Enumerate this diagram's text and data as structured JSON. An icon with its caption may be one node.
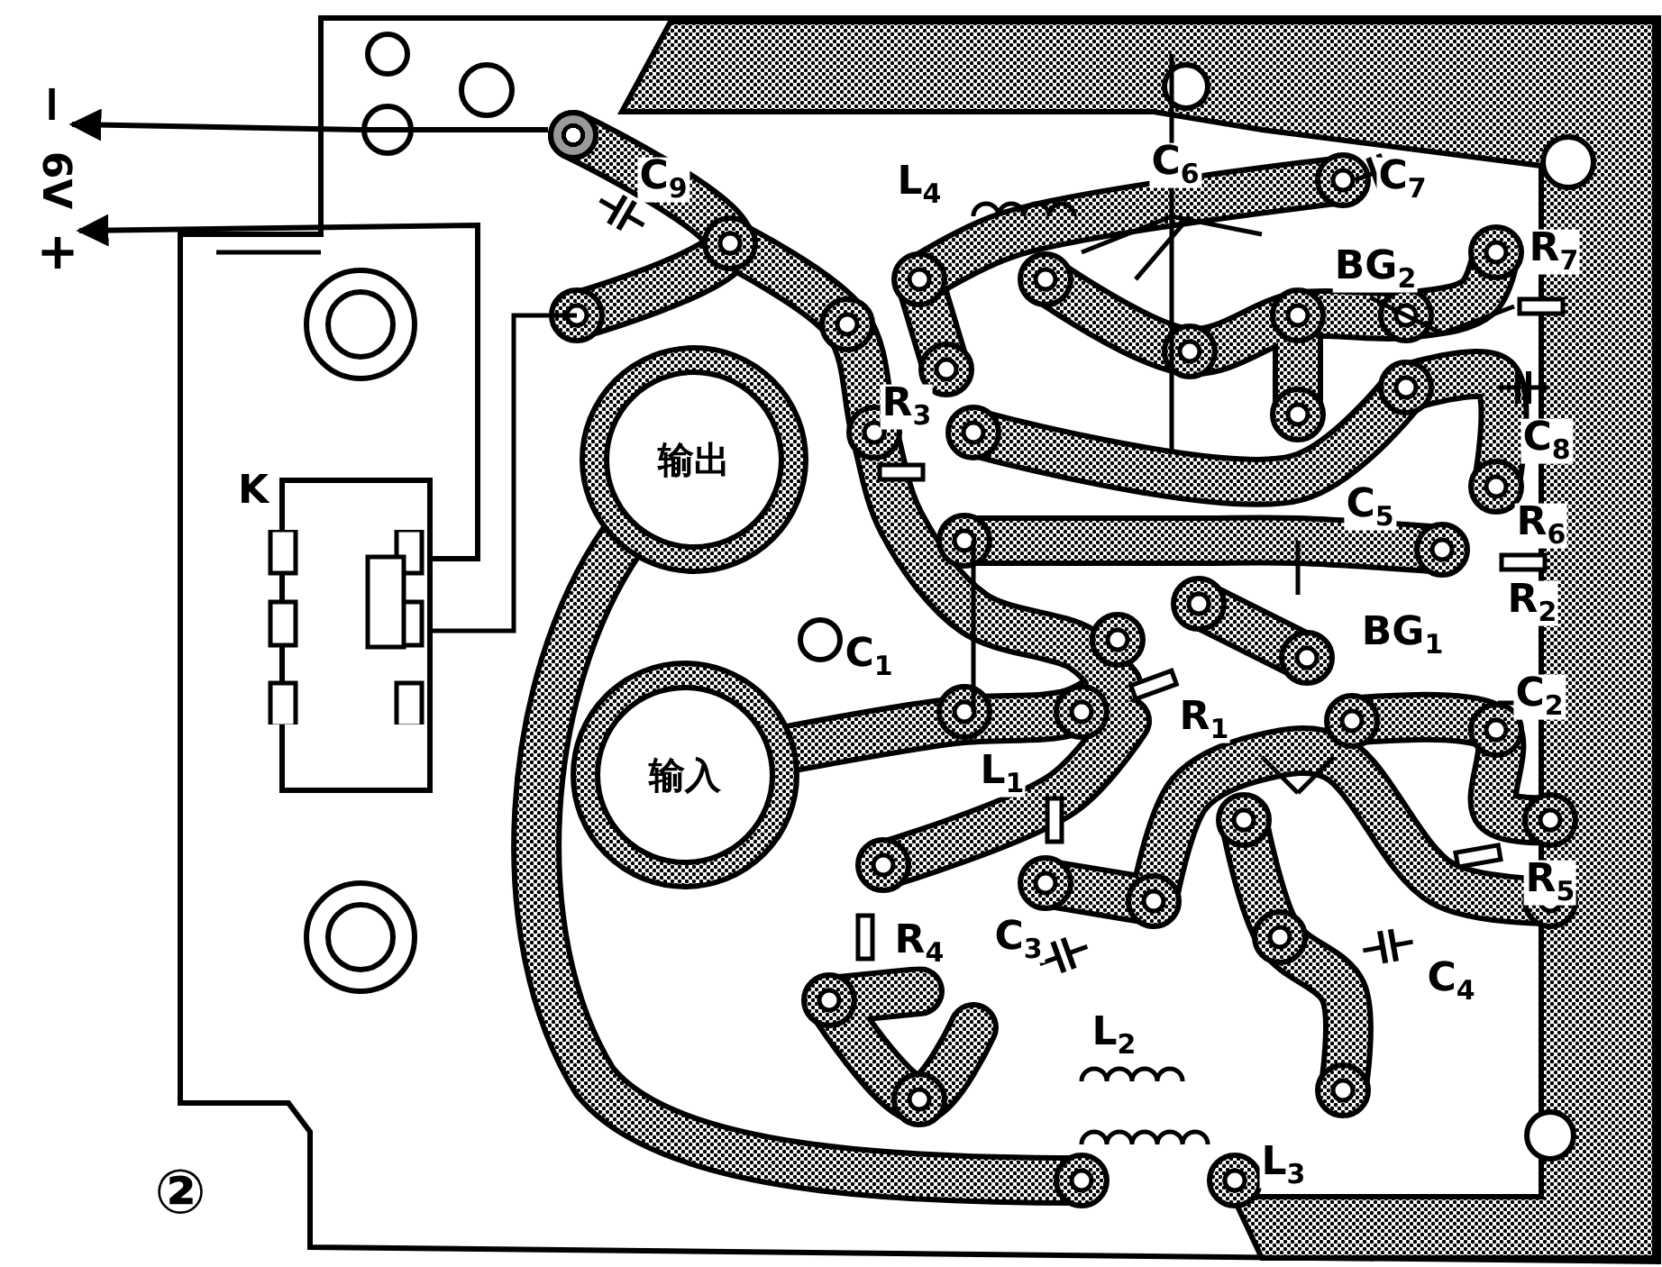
{
  "diagram": {
    "nodes": [
      {
        "text": [
          "输出"
        ]
      },
      {
        "text": [
          "输入"
        ]
      },
      {
        "text": [
          "K"
        ]
      },
      {
        "text": [],
        "shape": "circle"
      },
      {
        "text": [
          "−"
        ]
      },
      {
        "text": [
          "+"
        ]
      }
    ],
    "edges": [
      {
        "from": 3,
        "to": 4,
        "arrow": "to"
      },
      {
        "from": 2,
        "to": 5,
        "arrow": "to"
      }
    ],
    "labels": [
      "6V",
      "C$_{9}$",
      "L$_{4}$",
      "C$_{6}$",
      "C$_{7}$",
      "BG$_{2}$",
      "R$_{7}$",
      "R$_{3}$",
      "C$_{8}$",
      "C$_{5}$",
      "R$_{6}$",
      "R$_{2}$",
      "C$_{1}$",
      "BG$_{1}$",
      "R$_{1}$",
      "C$_{2}$",
      "L$_{1}$",
      "R$_{5}$",
      "R$_{4}$",
      "C$_{3}$",
      "C$_{4}$",
      "L$_{2}$",
      "L$_{3}$",
      "②"
    ]
  }
}
